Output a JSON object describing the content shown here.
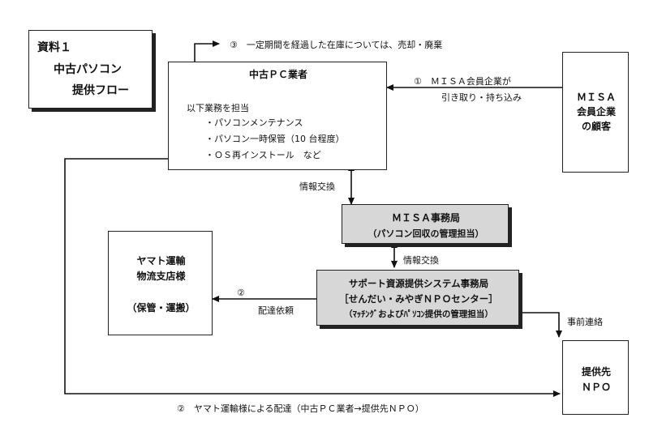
{
  "title_box": {
    "line1": "資料１",
    "line2": "中古パソコン",
    "line3": "提供フロー"
  },
  "pc_dealer": {
    "name": "中古ＰＣ業者",
    "duties_heading": "以下業務を担当",
    "duties": [
      "・パソコンメンテナンス",
      "・パソコン一時保管（10 台程度）",
      "・ＯＳ再インストール　など"
    ]
  },
  "misa_customer": {
    "line1": "ＭＩＳＡ",
    "line2": "会員企業",
    "line3": "の顧客"
  },
  "misa_office": {
    "line1": "ＭＩＳＡ事務局",
    "line2": "（パソコン回収の管理担当）"
  },
  "yamato": {
    "line1": "ヤマト運輸",
    "line2": "物流支店様",
    "line3": "（保管・運搬）"
  },
  "support_office": {
    "line1": "サポート資源提供システム事務局",
    "line2": "［せんだい・みやぎＮＰＯセンター］",
    "line3": "（ﾏｯﾁﾝｸﾞおよびﾊﾟｿｺﾝ提供の管理担当）"
  },
  "npo": {
    "line1": "提供先",
    "line2": "ＮＰＯ"
  },
  "labels": {
    "step3": "③　一定期間を経過した在庫については、売却・廃棄",
    "step1_line1": "①　ＭＩＳＡ会員企業が",
    "step1_line2": "引き取り・持ち込み",
    "info_exchange_1": "情報交換",
    "info_exchange_2": "情報交換",
    "step2_num": "②",
    "delivery_request": "配達依頼",
    "advance_contact": "事前連絡",
    "step2_bottom": "②　ヤマト運輸様による配達（中古ＰＣ業者→提供先ＮＰＯ）"
  }
}
